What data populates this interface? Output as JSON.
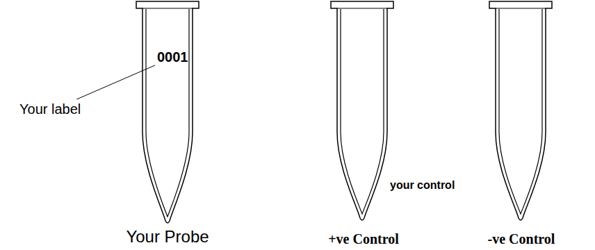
{
  "diagram": {
    "labels": [
      "0001",
      "Your label",
      "Your Probe",
      "your control",
      "+ve Control",
      "-ve Control"
    ]
  }
}
